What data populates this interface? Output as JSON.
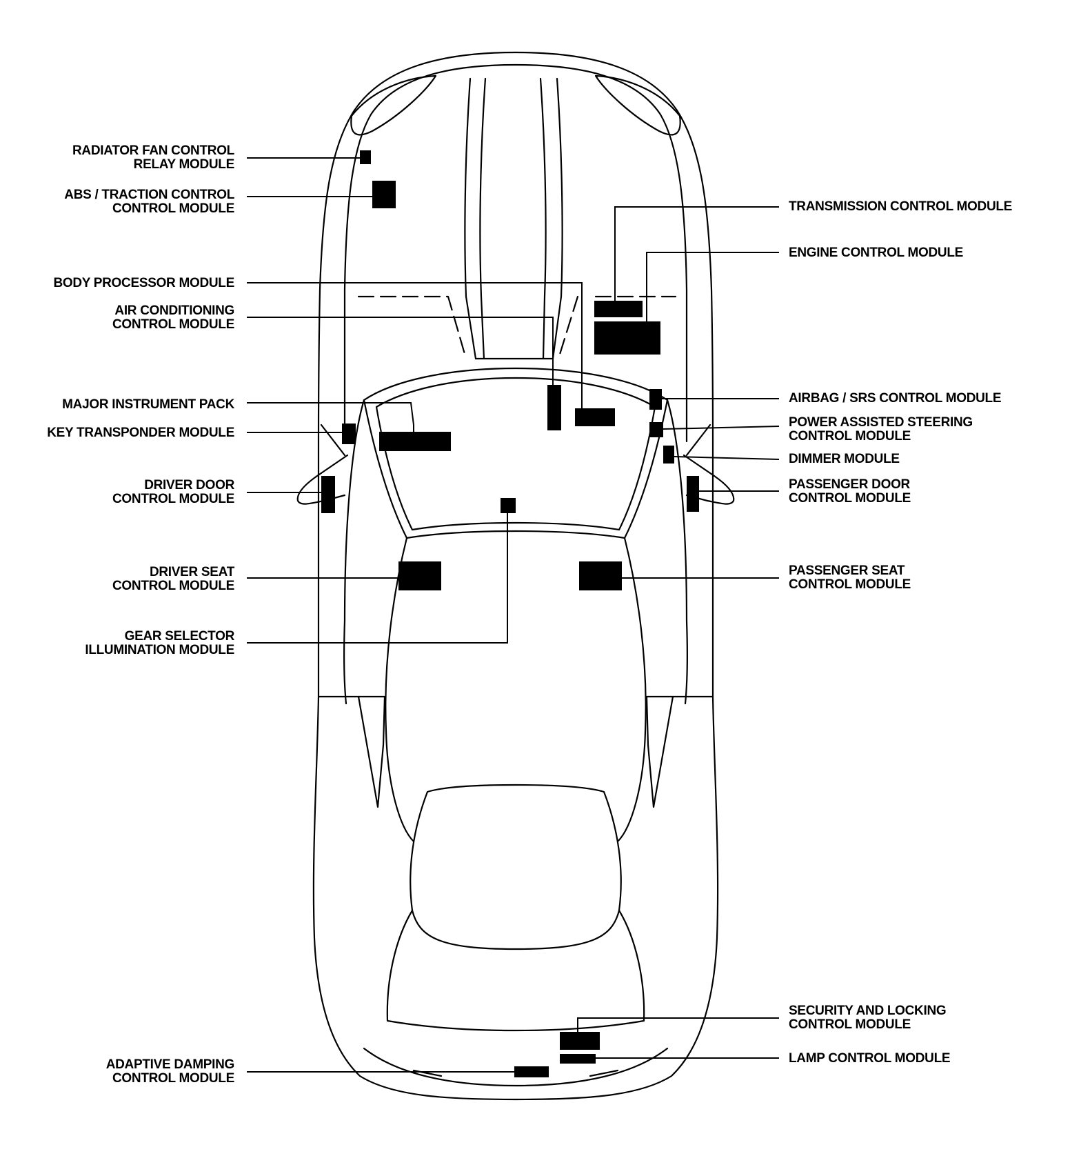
{
  "labels": {
    "radiator_fan": [
      "RADIATOR FAN CONTROL",
      "RELAY MODULE"
    ],
    "abs": [
      "ABS / TRACTION CONTROL",
      "CONTROL MODULE"
    ],
    "body_processor": [
      "BODY PROCESSOR MODULE"
    ],
    "air_conditioning": [
      "AIR CONDITIONING",
      "CONTROL MODULE"
    ],
    "instrument_pack": [
      "MAJOR INSTRUMENT PACK"
    ],
    "key_transponder": [
      "KEY TRANSPONDER MODULE"
    ],
    "driver_door": [
      "DRIVER DOOR",
      "CONTROL MODULE"
    ],
    "driver_seat": [
      "DRIVER SEAT",
      "CONTROL MODULE"
    ],
    "gear_selector": [
      "GEAR SELECTOR",
      "ILLUMINATION MODULE"
    ],
    "adaptive_damping": [
      "ADAPTIVE DAMPING",
      "CONTROL MODULE"
    ],
    "transmission": [
      "TRANSMISSION CONTROL MODULE"
    ],
    "engine": [
      "ENGINE CONTROL MODULE"
    ],
    "airbag": [
      "AIRBAG / SRS CONTROL MODULE"
    ],
    "power_steering": [
      "POWER ASSISTED STEERING",
      "CONTROL MODULE"
    ],
    "dimmer": [
      "DIMMER MODULE"
    ],
    "passenger_door": [
      "PASSENGER DOOR",
      "CONTROL MODULE"
    ],
    "passenger_seat": [
      "PASSENGER SEAT",
      "CONTROL MODULE"
    ],
    "security_locking": [
      "SECURITY AND LOCKING",
      "CONTROL MODULE"
    ],
    "lamp": [
      "LAMP CONTROL MODULE"
    ]
  }
}
